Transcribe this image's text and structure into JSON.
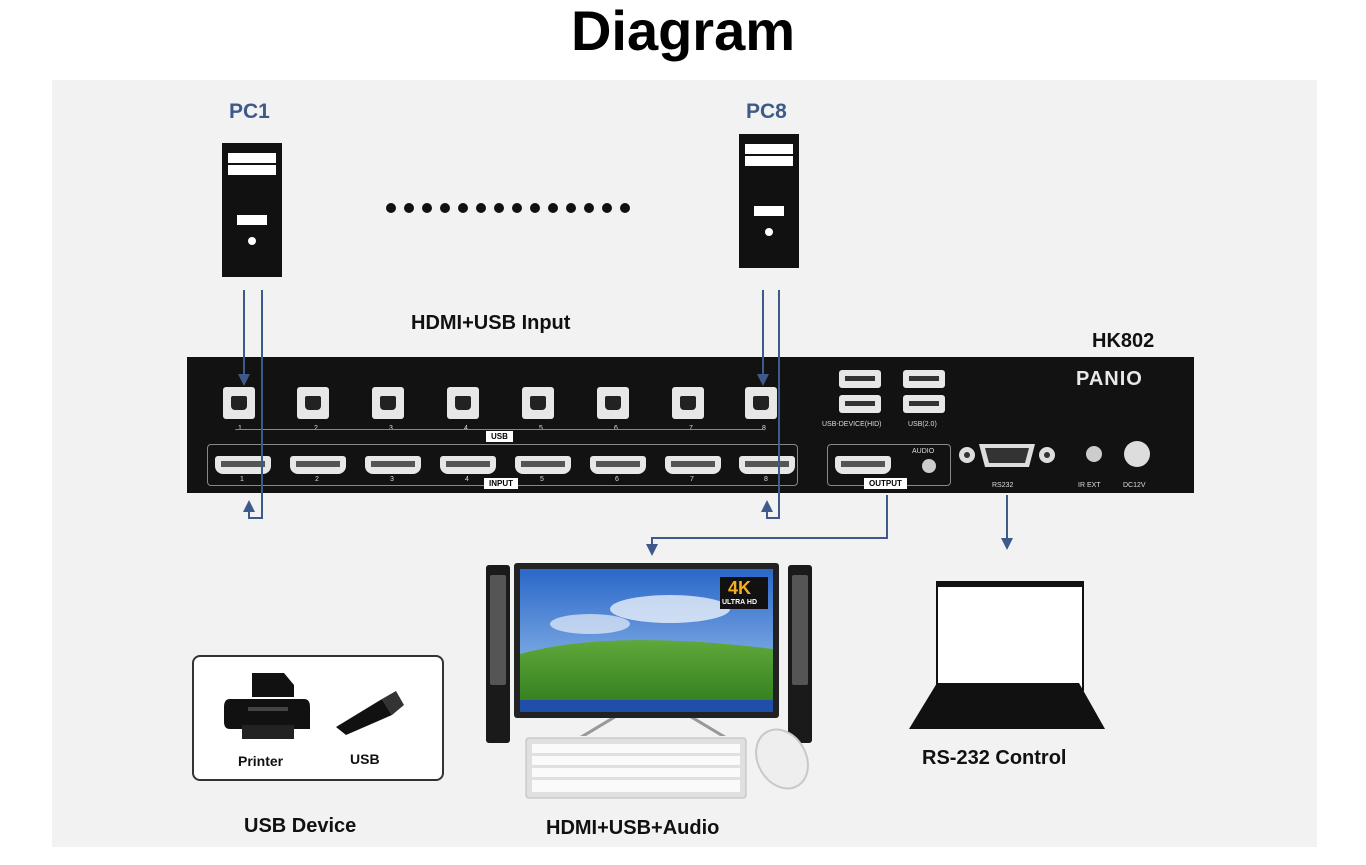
{
  "title": "Diagram",
  "sources": {
    "pc1_label": "PC1",
    "pc8_label": "PC8"
  },
  "device": {
    "model": "HK802",
    "brand": "PANIO",
    "input_caption": "HDMI+USB Input",
    "usb_group_label": "USB",
    "input_group_label": "INPUT",
    "output_group_label": "OUTPUT",
    "audio_label": "AUDIO",
    "usb_device_hid_label": "USB-DEVICE(HID)",
    "usb20_label": "USB(2.0)",
    "rs232_label": "RS232",
    "irext_label": "IR EXT",
    "dc_label": "DC12V",
    "port_numbers": [
      "1",
      "2",
      "3",
      "4",
      "5",
      "6",
      "7",
      "8"
    ]
  },
  "peripherals": {
    "printer_label": "Printer",
    "usb_label": "USB",
    "usb_device_caption": "USB Device",
    "display_caption": "HDMI+USB+Audio",
    "monitor_badge_big": "4K",
    "monitor_badge_small": "ULTRA HD",
    "rs232_caption": "RS-232 Control"
  },
  "colors": {
    "connector": "#3d5a8a",
    "device_body": "#121212",
    "pc_label": "#3d5a8a"
  }
}
